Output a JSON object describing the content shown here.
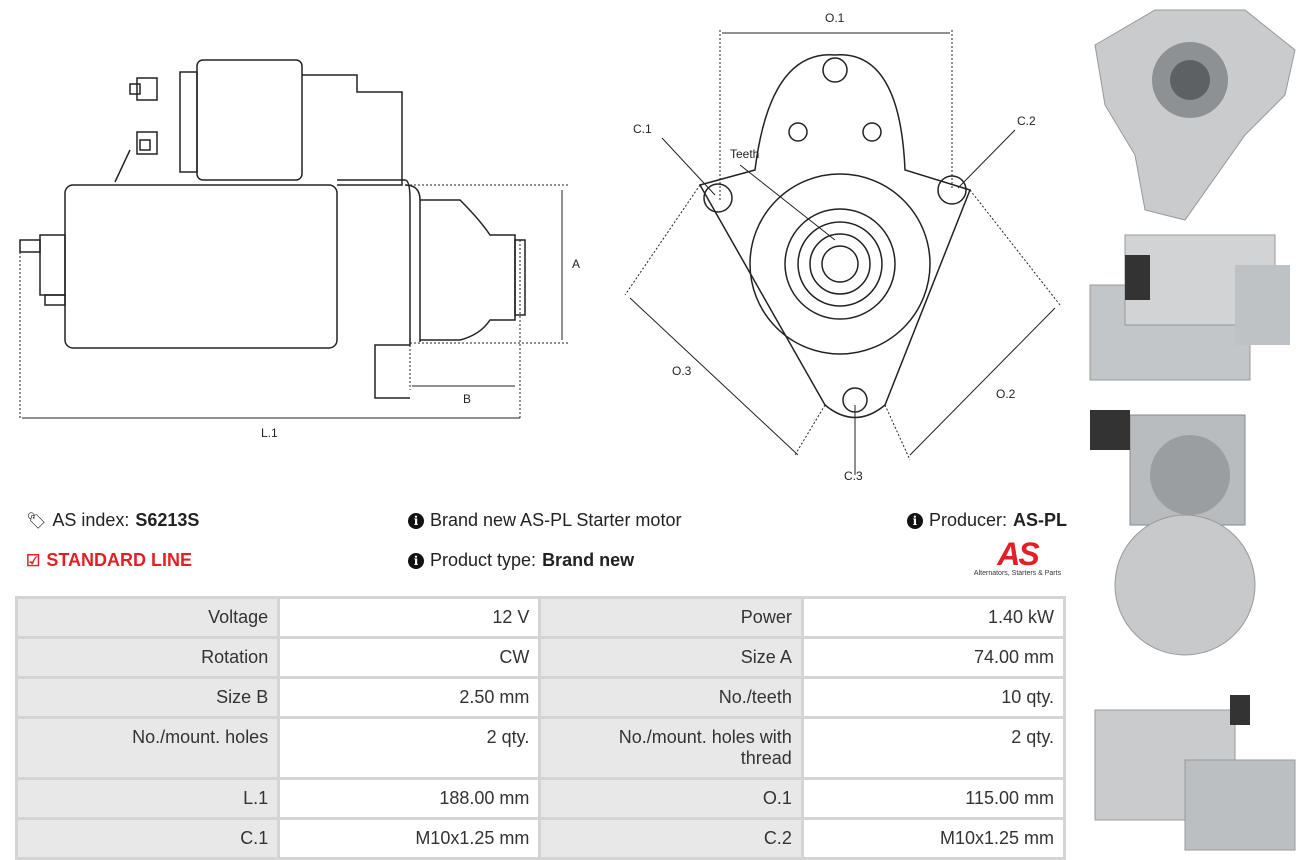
{
  "diagram_labels": {
    "L1": "L.1",
    "A": "A",
    "B": "B",
    "O1": "O.1",
    "O2": "O.2",
    "O3": "O.3",
    "C1": "C.1",
    "C2": "C.2",
    "C3": "C.3",
    "teeth": "Teeth"
  },
  "info": {
    "as_index_label": "AS index:",
    "as_index_value": "S6213S",
    "line_label": "STANDARD LINE",
    "description": "Brand new AS-PL Starter motor",
    "product_type_label": "Product type:",
    "product_type_value": "Brand new",
    "producer_label": "Producer:",
    "producer_value": "AS-PL",
    "logo_text": "AS",
    "logo_tagline": "Alternators, Starters & Parts"
  },
  "colors": {
    "accent": "#e31e24"
  },
  "specs": [
    [
      {
        "label": "Voltage",
        "value": "12 V"
      },
      {
        "label": "Power",
        "value": "1.40 kW"
      }
    ],
    [
      {
        "label": "Rotation",
        "value": "CW"
      },
      {
        "label": "Size A",
        "value": "74.00 mm"
      }
    ],
    [
      {
        "label": "Size B",
        "value": "2.50 mm"
      },
      {
        "label": "No./teeth",
        "value": "10 qty."
      }
    ],
    [
      {
        "label": "No./mount. holes",
        "value": "2 qty."
      },
      {
        "label": "No./mount. holes with thread",
        "value": "2 qty."
      }
    ],
    [
      {
        "label": "L.1",
        "value": "188.00 mm"
      },
      {
        "label": "O.1",
        "value": "115.00 mm"
      }
    ],
    [
      {
        "label": "C.1",
        "value": "M10x1.25 mm"
      },
      {
        "label": "C.2",
        "value": "M10x1.25 mm"
      }
    ]
  ]
}
